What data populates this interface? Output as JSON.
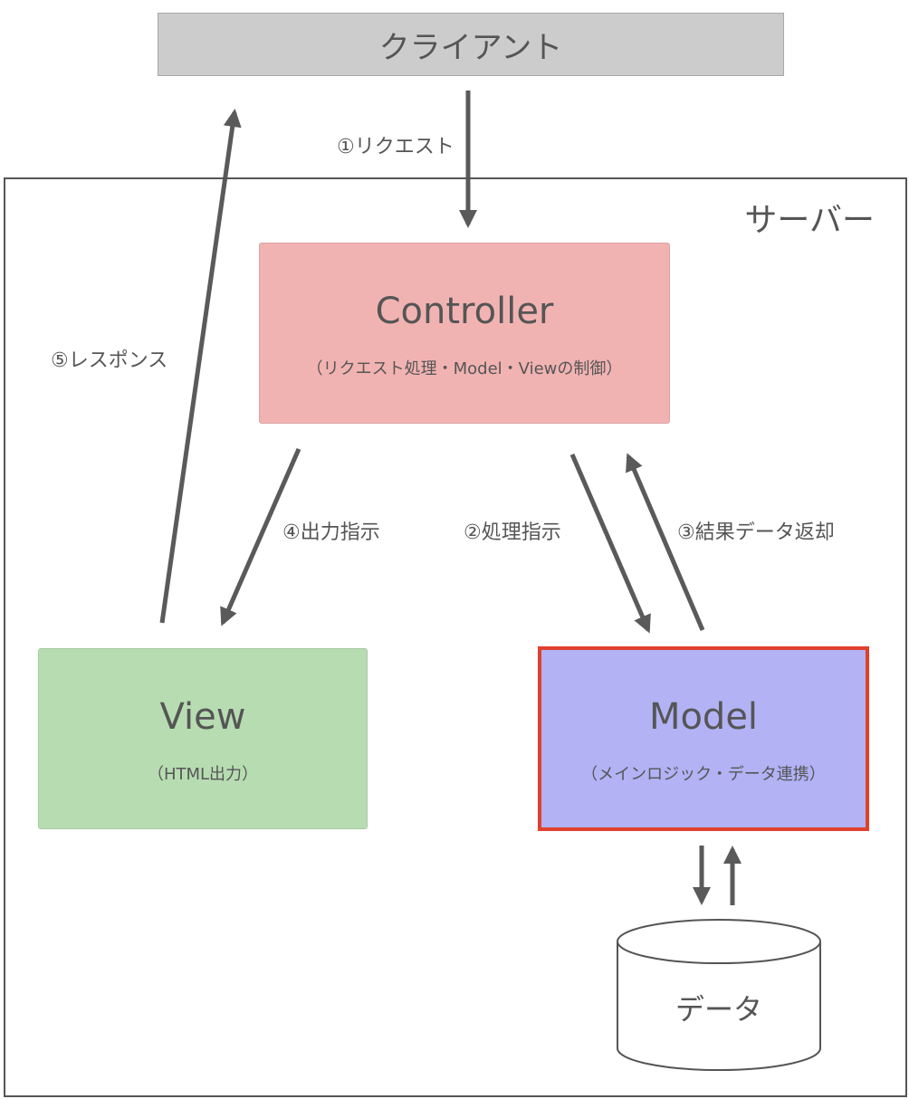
{
  "client": {
    "label": "クライアント"
  },
  "server": {
    "label": "サーバー"
  },
  "controller": {
    "title": "Controller",
    "subtitle": "（リクエスト処理・Model・Viewの制御）"
  },
  "view": {
    "title": "View",
    "subtitle": "（HTML出力）"
  },
  "model": {
    "title": "Model",
    "subtitle": "（メインロジック・データ連携）"
  },
  "data_store": {
    "label": "データ"
  },
  "arrows": {
    "request": "①リクエスト",
    "process": "②処理指示",
    "result": "③結果データ返却",
    "output": "④出力指示",
    "response": "⑤レスポンス"
  },
  "colors": {
    "client_fill": "#cccccc",
    "controller_fill": "#f1b3b2",
    "view_fill": "#b7dcb2",
    "model_fill": "#b2b2f5",
    "model_border": "#e0402c",
    "arrow": "#5a5a5a"
  }
}
